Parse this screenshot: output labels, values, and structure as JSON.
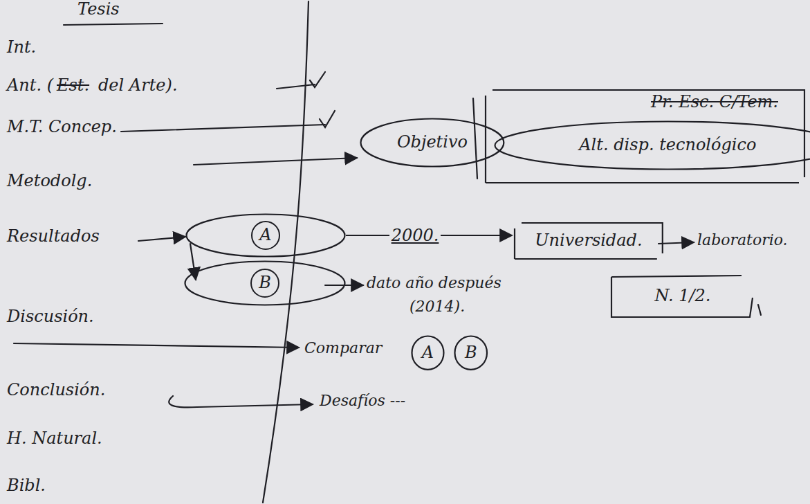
{
  "diagram": {
    "nodes": [
      {
        "text": [
          "Objetivo"
        ]
      },
      {
        "text": [
          "Pr. Esc. C/Tem."
        ]
      },
      {
        "text": [
          "Alt. disp. tecnológico"
        ],
        "in": 1
      },
      {
        "text": [
          "A"
        ]
      },
      {
        "text": [
          "B"
        ]
      },
      {
        "text": [
          "Universidad."
        ]
      },
      {
        "text": [
          "N. 1/2."
        ]
      },
      {
        "text": [
          "A"
        ]
      },
      {
        "text": [
          "B"
        ]
      }
    ],
    "edges": [
      {
        "from": 3,
        "to": 5,
        "arrow": "to",
        "label": "2000."
      }
    ],
    "labels": [
      "Tesis",
      "Int.",
      "Ant. (",
      "Est.",
      "del Arte).",
      "M.T. Concep.",
      "Metodolg.",
      "Resultados",
      "Discusión.",
      "Conclusión.",
      "H. Natural.",
      "Bibl.",
      "laboratorio.",
      "dato año después",
      "(2014).",
      "Comparar",
      "Desafíos ---"
    ]
  }
}
